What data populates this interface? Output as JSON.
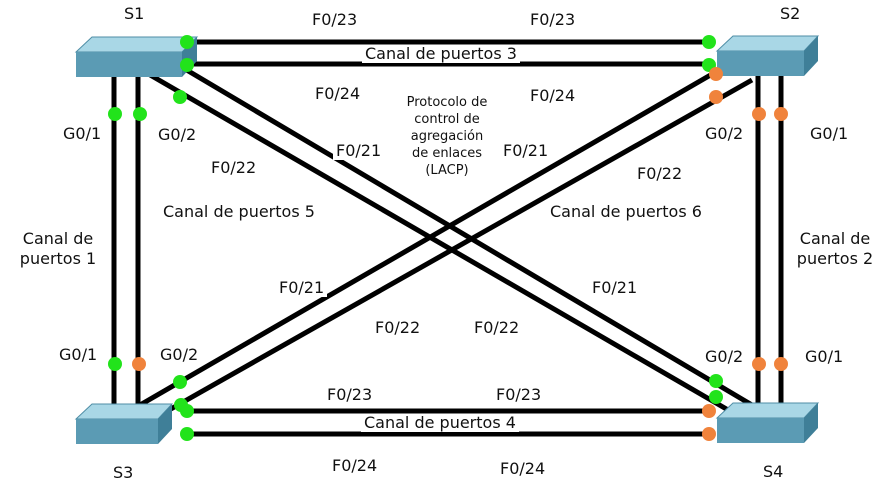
{
  "switches": {
    "s1": "S1",
    "s2": "S2",
    "s3": "S3",
    "s4": "S4"
  },
  "ports": {
    "s1_g01": "G0/1",
    "s1_g02": "G0/2",
    "s2_g02": "G0/2",
    "s2_g01": "G0/1",
    "s3_g01": "G0/1",
    "s3_g02": "G0/2",
    "s4_g02": "G0/2",
    "s4_g01": "G0/1",
    "top_f023_left": "F0/23",
    "top_f023_right": "F0/23",
    "top_f024_left": "F0/24",
    "top_f024_right": "F0/24",
    "bottom_f023_left": "F0/23",
    "bottom_f023_right": "F0/23",
    "bottom_f024_left": "F0/24",
    "bottom_f024_right": "F0/24",
    "s1_f022": "F0/22",
    "s1_f021": "F0/21",
    "s2_f021": "F0/21",
    "s2_f022": "F0/22",
    "s3_f021": "F0/21",
    "s3_f022": "F0/22",
    "s4_f021": "F0/21",
    "s4_f022": "F0/22"
  },
  "channels": {
    "pc1_line1": "Canal de",
    "pc1_line2": "puertos 1",
    "pc2_line1": "Canal de",
    "pc2_line2": "puertos 2",
    "pc3": "Canal de puertos 3",
    "pc4": "Canal de puertos 4",
    "pc5": "Canal de puertos 5",
    "pc6": "Canal de puertos 6"
  },
  "lacp": {
    "line1": "Protocolo de",
    "line2": "control de",
    "line3": "agregación",
    "line4": "de enlaces",
    "line5": "(LACP)"
  },
  "colors": {
    "link": "#000000",
    "link_gap": "#ffffff",
    "port_up": "#22e31b",
    "port_blocked": "#f0833c",
    "switch_top": "#a9d7e6",
    "switch_front": "#5b9bb4",
    "switch_side": "#3f7f98"
  }
}
